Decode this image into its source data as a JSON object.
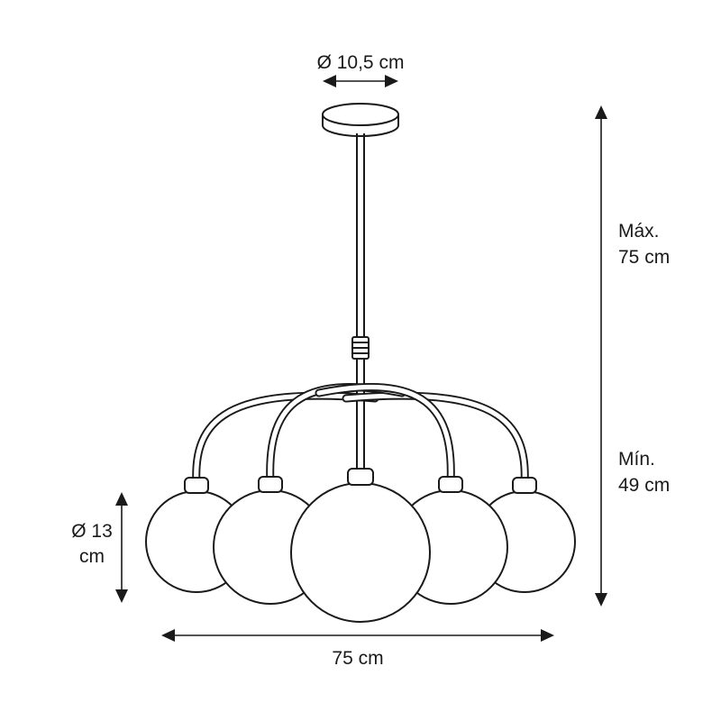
{
  "diagram": {
    "subject": "chandelier-dimension-drawing",
    "line_color": "#1a1a1a",
    "background_color": "#ffffff",
    "labels": {
      "canopy_diameter": "Ø 10,5 cm",
      "max_label": "Máx.",
      "max_value": "75 cm",
      "min_label": "Mín.",
      "min_value": "49 cm",
      "globe_diameter_line1": "Ø 13",
      "globe_diameter_line2": "cm",
      "width_value": "75 cm"
    }
  }
}
